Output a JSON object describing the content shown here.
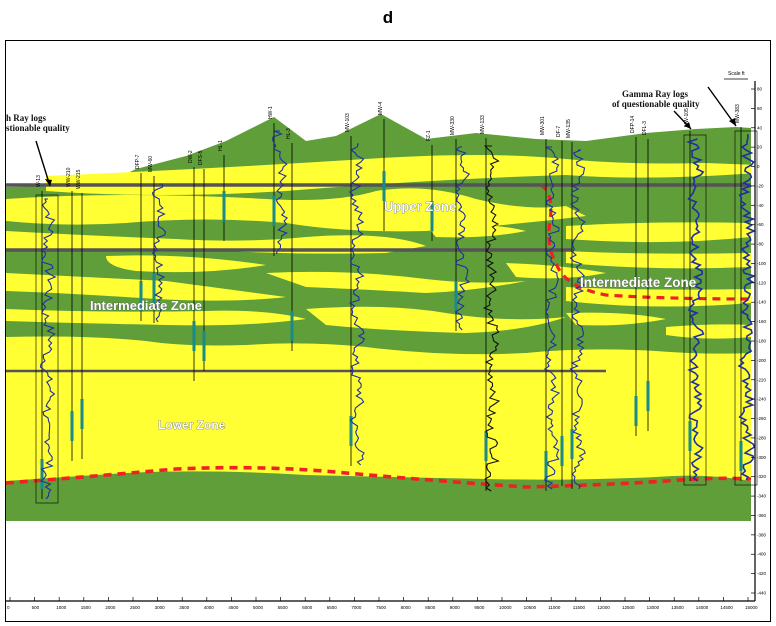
{
  "panel_letter": "d",
  "colors": {
    "yellow_sand": "#ffff33",
    "green_clay": "#5f9e38",
    "gamma_ray_log": "#1f2fa0",
    "boundary": "#ee2222",
    "marker_line": "#555555",
    "well_bar": "#1a8a8a"
  },
  "zones": {
    "upper": "Upper Zone",
    "intermediate_left": "Intermediate Zone",
    "intermediate_right": "Intermediate Zone",
    "lower": "Lower Zone"
  },
  "callouts": {
    "left_line1": "h Ray logs",
    "left_line2": "stionable quality",
    "right_line1": "Gamma Ray logs",
    "right_line2": "of questionable quality"
  },
  "scale_label": "Scale ft",
  "wells": [
    "W-13",
    "WW-210",
    "WW-215",
    "DFP-7",
    "MW-60",
    "DW-2",
    "DFS-5",
    "HL-1",
    "HW-1",
    "HL-3",
    "MW-103",
    "MW-4",
    "FZ-1",
    "MW-330",
    "MW-133",
    "MW-301",
    "DF-7",
    "MW-135",
    "DFP-14",
    "DFL-3",
    "MW-105",
    "MW-383"
  ],
  "depth_ticks": [
    "80",
    "60",
    "40",
    "20",
    "0",
    "-20",
    "-40",
    "-60",
    "-80",
    "-100",
    "-120",
    "-140",
    "-160",
    "-180",
    "-200",
    "-220",
    "-240",
    "-260",
    "-280",
    "-300",
    "-320",
    "-340",
    "-360",
    "-380",
    "-400",
    "-420",
    "-440"
  ],
  "distance_ticks": [
    "0",
    "500",
    "1000",
    "1500",
    "2000",
    "2500",
    "3000",
    "3500",
    "4000",
    "4500",
    "5000",
    "5500",
    "6000",
    "6500",
    "7000",
    "7500",
    "8000",
    "8500",
    "9000",
    "9500",
    "10000",
    "10500",
    "11000",
    "11500",
    "12000",
    "12500",
    "13000",
    "13500",
    "14000",
    "14500",
    "15000"
  ]
}
